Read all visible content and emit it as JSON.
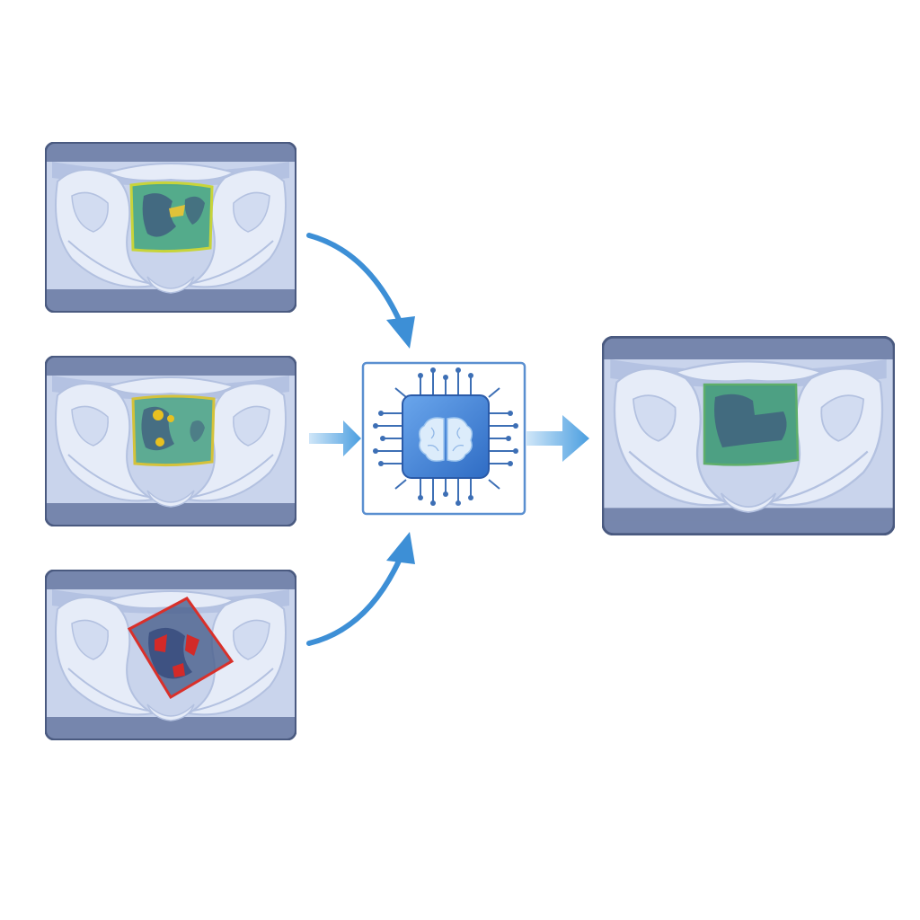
{
  "diagram": {
    "inputs": [
      {
        "id": "scan-1",
        "overlay": "green",
        "outline_color": "#c8d43a",
        "fill_color": "#3fa37a",
        "blob_color": "#e0c23a"
      },
      {
        "id": "scan-2",
        "overlay": "green",
        "outline_color": "#d4c23a",
        "fill_color": "#4aa384",
        "blob_color": "#e8c020"
      },
      {
        "id": "scan-3",
        "overlay": "red",
        "outline_color": "#d9302a",
        "fill_color": "#4a5f8c",
        "blob_color": "#d32a28"
      }
    ],
    "processor": {
      "icon": "ai-chip-brain-icon",
      "chip_color": "#3f7fd0",
      "trace_color": "#3d6fb5"
    },
    "output": {
      "id": "scan-result",
      "overlay": "green",
      "outline_color": "#5fae6a",
      "fill_color": "#3f9a78"
    },
    "colors": {
      "arrow": "#3d8fd6",
      "arrow_light": "#7fbdeb",
      "frame_border": "#4a5a80",
      "frame_bg": "#c9d4ec",
      "bone": "#e6ecf8",
      "bone_edge": "#b3c1e0",
      "dark_band": "#6f7fa6"
    }
  }
}
